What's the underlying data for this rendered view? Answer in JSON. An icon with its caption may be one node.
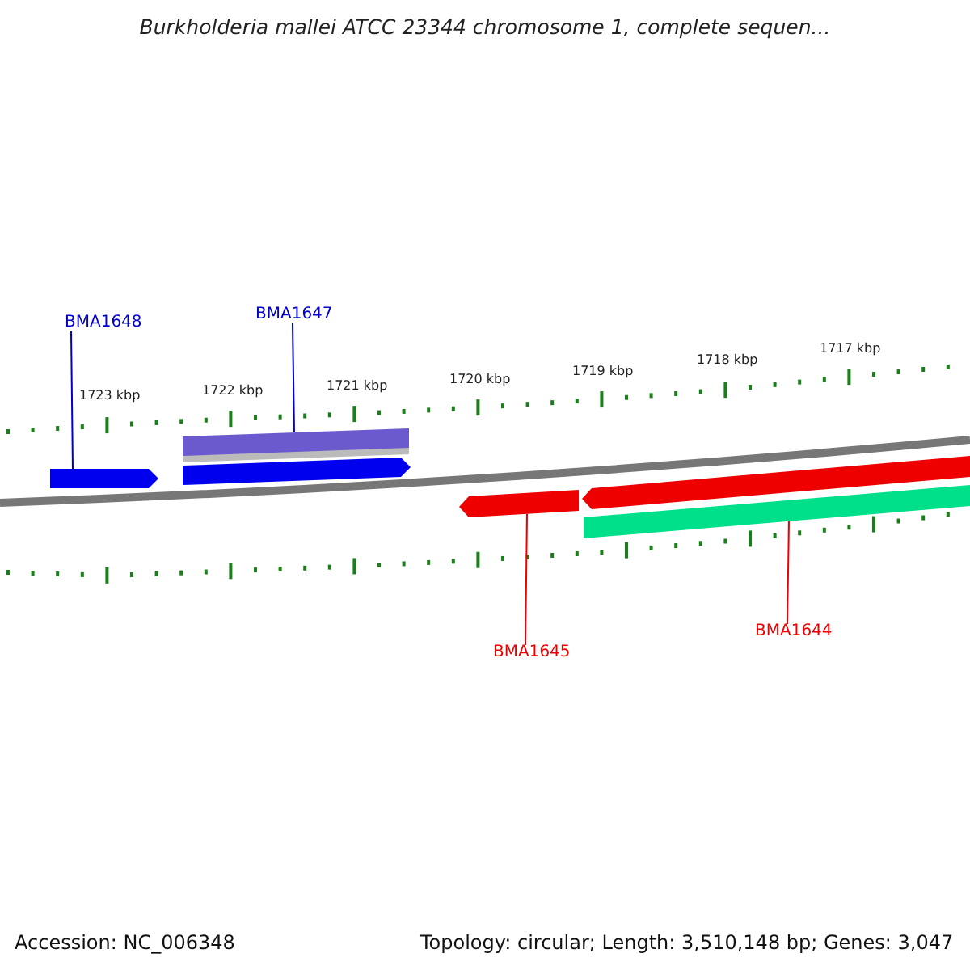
{
  "diagram": {
    "title": "Burkholderia mallei ATCC 23344 chromosome 1, complete sequen...",
    "nodes": [
      {
        "text": [
          "BMA1648"
        ]
      },
      {
        "text": [
          "BMA1647"
        ]
      },
      {
        "text": [
          "BMA1645"
        ]
      },
      {
        "text": [
          "BMA1644"
        ]
      },
      {
        "text": [],
        "shape": "arrow"
      },
      {
        "text": [],
        "shape": "bar"
      },
      {
        "text": [],
        "shape": "arrow"
      },
      {
        "text": [],
        "shape": "arrow"
      },
      {
        "text": [],
        "shape": "arrow"
      },
      {
        "text": [],
        "shape": "bar"
      }
    ],
    "edges": [
      {
        "from": 0,
        "to": 4,
        "arrow": "none",
        "color": "#0000cc"
      },
      {
        "from": 1,
        "to": 5,
        "arrow": "none",
        "color": "#0000cc"
      },
      {
        "from": 2,
        "to": 7,
        "arrow": "none",
        "color": "#ee0000"
      },
      {
        "from": 3,
        "to": 9,
        "arrow": "none",
        "color": "#ee0000"
      }
    ],
    "labels": [
      "1723 kbp",
      "1722 kbp",
      "1721 kbp",
      "1720 kbp",
      "1719 kbp",
      "1718 kbp",
      "1717 kbp",
      "Accession: NC_006348",
      "Topology: circular; Length: 3,510,148 bp; Genes: 3,047"
    ]
  }
}
